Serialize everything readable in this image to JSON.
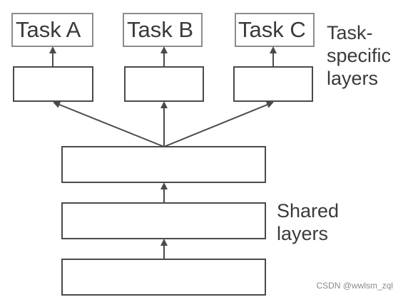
{
  "tasks": [
    "Task A",
    "Task B",
    "Task C"
  ],
  "task_specific_label": [
    "Task-",
    "specific",
    "layers"
  ],
  "shared_label": [
    "Shared",
    "layers"
  ],
  "watermark": "CSDN @wwlsm_zql",
  "colors": {
    "box_stroke": "#4a4a4a",
    "task_box_stroke": "#8c8c8c",
    "text": "#3a3a3a",
    "watermark": "#8a8a8a"
  }
}
